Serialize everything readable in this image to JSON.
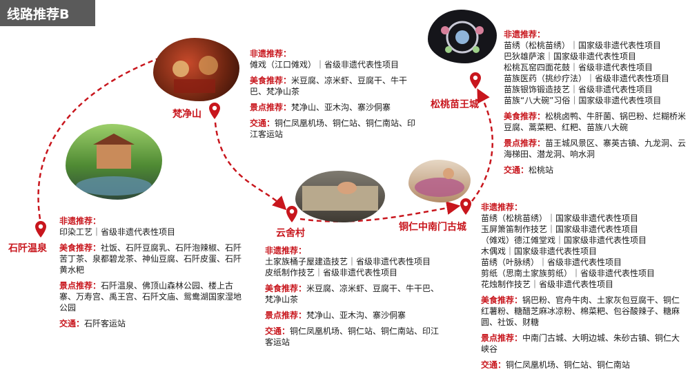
{
  "title": "线路推荐B",
  "colors": {
    "accent": "#c8161d",
    "title_bg": "#5a5a5a"
  },
  "stops": {
    "fanjingshan": {
      "name": "梵净山",
      "heritage_label": "非遗推荐：",
      "heritage": "傩戏（江口傩戏）｜省级非遗代表性项目",
      "food_label": "美食推荐：",
      "food": "米豆腐、凉米虾、豆腐干、牛干巴、梵净山茶",
      "scenic_label": "景点推荐：",
      "scenic": "梵净山、亚木沟、寨沙侗寨",
      "traffic_label": "交通：",
      "traffic": "铜仁凤凰机场、铜仁站、铜仁南站、印江客运站"
    },
    "songtao": {
      "name": "松桃苗王城",
      "heritage_label": "非遗推荐：",
      "heritage": [
        "苗绣（松桃苗绣）｜国家级非遗代表性项目",
        "巴狄雄萨滚｜国家级非遗代表性项目",
        "松桃瓦窑四面花鼓｜省级非遗代表性项目",
        "苗族医药（挑纱疗法）｜省级非遗代表性项目",
        "苗族银饰锻造技艺｜省级非遗代表性项目",
        "苗族“八大碗”习俗｜国家级非遗代表性项目"
      ],
      "food_label": "美食推荐：",
      "food": "松桃卤鸭、牛肝菌、锅巴粉、烂糊桥米豆腐、蒿菜粑、红粑、苗族八大碗",
      "scenic_label": "景点推荐：",
      "scenic": "苗王城风景区、寨英古镇、九龙洞、云海梯田、潜龙洞、响水洞",
      "traffic_label": "交通：",
      "traffic": "松桃站"
    },
    "shiqian": {
      "name": "石阡温泉",
      "heritage_label": "非遗推荐：",
      "heritage": "印染工艺｜省级非遗代表性项目",
      "food_label": "美食推荐：",
      "food": "社饭、石阡豆腐乳、石阡泡辣椒、石阡苦丁茶、泉都碧龙茶、神仙豆腐、石阡皮蛋、石阡黄水粑",
      "scenic_label": "景点推荐：",
      "scenic": "石阡温泉、佛顶山森林公园、楼上古寨、万寿宫、禹王宫、石阡文庙、鸳鸯湖国家湿地公园",
      "traffic_label": "交通：",
      "traffic": "石阡客运站"
    },
    "yunshe": {
      "name": "云舍村",
      "heritage_label": "非遗推荐：",
      "heritage": [
        "土家族桶子屋建造技艺｜省级非遗代表性项目",
        "皮纸制作技艺｜省级非遗代表性项目"
      ],
      "food_label": "美食推荐：",
      "food": "米豆腐、凉米虾、豆腐干、牛干巴、梵净山茶",
      "scenic_label": "景点推荐：",
      "scenic": "梵净山、亚木沟、寨沙侗寨",
      "traffic_label": "交通：",
      "traffic": "铜仁凤凰机场、铜仁站、铜仁南站、印江客运站"
    },
    "tongren": {
      "name": "铜仁中南门古城",
      "heritage_label": "非遗推荐：",
      "heritage": [
        "苗绣（松桃苗绣）｜国家级非遗代表性项目",
        "玉屏箫笛制作技艺｜国家级非遗代表性项目",
        "（傩戏）德江傩堂戏｜国家级非遗代表性项目",
        "木偶戏｜国家级非遗代表性项目",
        "苗绣（叶脉绣）｜省级非遗代表性项目",
        "剪纸（思南土家族剪纸）｜省级非遗代表性项目",
        "花烛制作技艺｜省级非遗代表性项目"
      ],
      "food_label": "美食推荐：",
      "food": "锅巴粉、官舟牛肉、土家灰包豆腐干、铜仁红薯粉、糖醋芝麻冰凉粉、棉菜粑、包谷酸辣子、糖麻圆、社饭、财糖",
      "scenic_label": "景点推荐：",
      "scenic": "中南门古城、大明边城、朱砂古镇、铜仁大峡谷",
      "traffic_label": "交通：",
      "traffic": "铜仁凤凰机场、铜仁站、铜仁南站"
    }
  }
}
